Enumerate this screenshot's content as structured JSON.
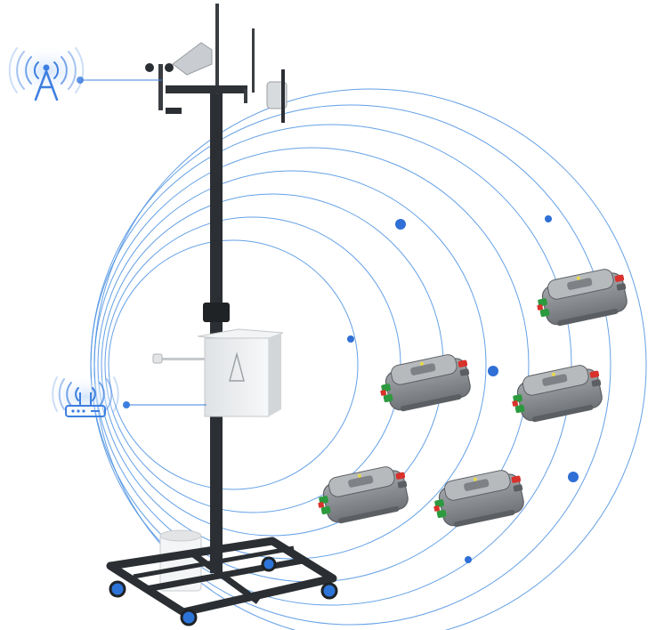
{
  "title": "",
  "colors": {
    "signal_ring": "#4a90e2",
    "signal_dot": "#2f6fd6",
    "wave_icon": "#3d7fe0",
    "pole": "#2b2f33",
    "cabinet": "#eceef0",
    "frame_blue": "#2d74d8",
    "device_body": "#8c8f93",
    "device_dark": "#5b5f63",
    "terminal_red": "#d9312b",
    "terminal_green": "#2c9a3e"
  },
  "icons": {
    "top": "cell-tower-icon",
    "middle": "wifi-router-icon"
  },
  "rings": {
    "count": 8
  },
  "dots": {
    "count": 6
  },
  "devices": {
    "count": 5
  }
}
